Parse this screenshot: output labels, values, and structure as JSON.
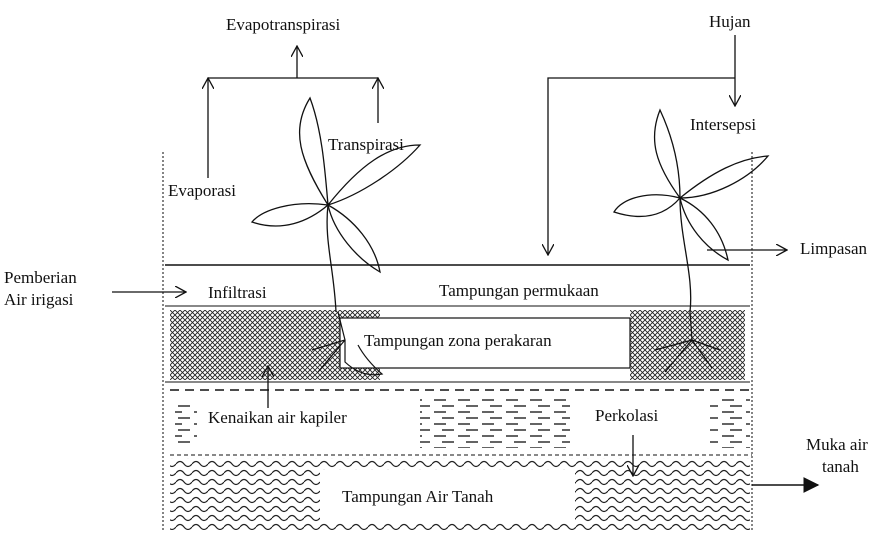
{
  "labels": {
    "evapotranspirasi": "Evapotranspirasi",
    "hujan": "Hujan",
    "intersepsi": "Intersepsi",
    "transpirasi": "Transpirasi",
    "evaporasi": "Evaporasi",
    "limpasan": "Limpasan",
    "pemberian_air_irigasi_line1": "Pemberian",
    "pemberian_air_irigasi_line2": "Air irigasi",
    "infiltrasi": "Infiltrasi",
    "tampungan_permukaan": "Tampungan permukaan",
    "tampungan_zona_perakaran": "Tampungan zona perakaran",
    "kenaikan_air_kapiler": "Kenaikan air kapiler",
    "perkolasi": "Perkolasi",
    "muka_air_tanah_line1": "Muka air",
    "muka_air_tanah_line2": "tanah",
    "tampungan_air_tanah": "Tampungan Air Tanah"
  }
}
